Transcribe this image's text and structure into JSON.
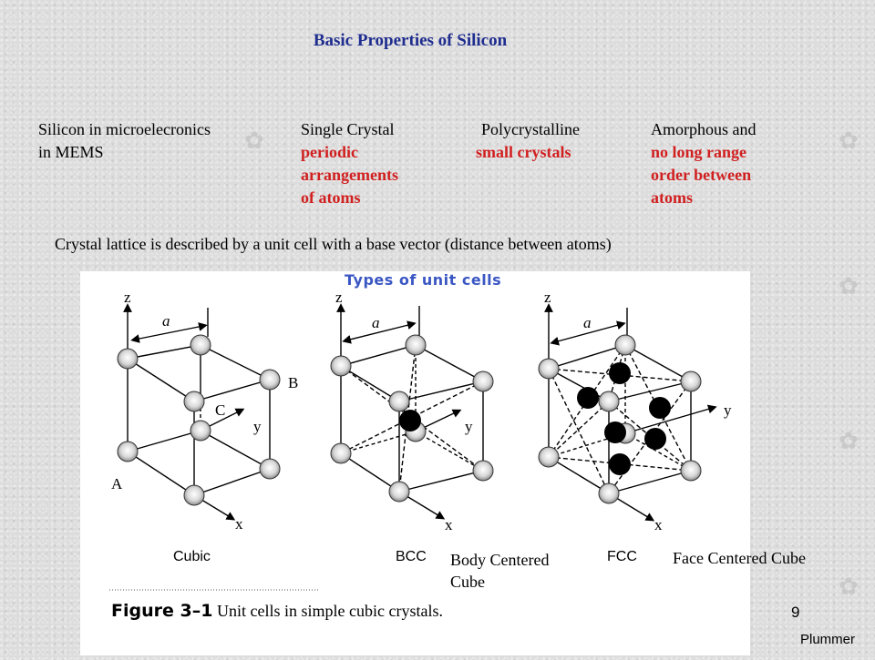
{
  "title": "Basic Properties of Silicon",
  "columns": [
    {
      "label": "Silicon in microelecronics",
      "label2": "in MEMS"
    },
    {
      "label": "Single Crystal",
      "desc": [
        "periodic",
        "arrangements",
        "of atoms"
      ]
    },
    {
      "label": "Polycrystalline",
      "desc": [
        "small crystals"
      ]
    },
    {
      "label": "Amorphous and",
      "desc": [
        "no long range",
        "order between",
        "atoms"
      ]
    }
  ],
  "description": "Crystal lattice is described by a unit cell with a base vector (distance between atoms)",
  "figure": {
    "heading": "Types of unit cells",
    "cells": [
      {
        "name": "Cubic",
        "caption": ""
      },
      {
        "name": "BCC",
        "caption": "Body Centered Cube"
      },
      {
        "name": "FCC",
        "caption": "Face Centered Cube"
      }
    ],
    "axis_z": "z",
    "axis_x": "x",
    "axis_y": "y",
    "edge_a": "a",
    "corner_A": "A",
    "corner_B": "B",
    "corner_C": "C",
    "figure_number": "Figure 3–1",
    "figure_caption": "Unit cells in simple cubic crystals."
  },
  "bcc_caption_lines": [
    "Body Centered",
    "Cube"
  ],
  "fcc_caption": "Face Centered Cube",
  "page_number": "9",
  "author": "Plummer",
  "colors": {
    "title": "#1f2d8f",
    "red": "#d12020",
    "heading": "#3b57c4"
  }
}
